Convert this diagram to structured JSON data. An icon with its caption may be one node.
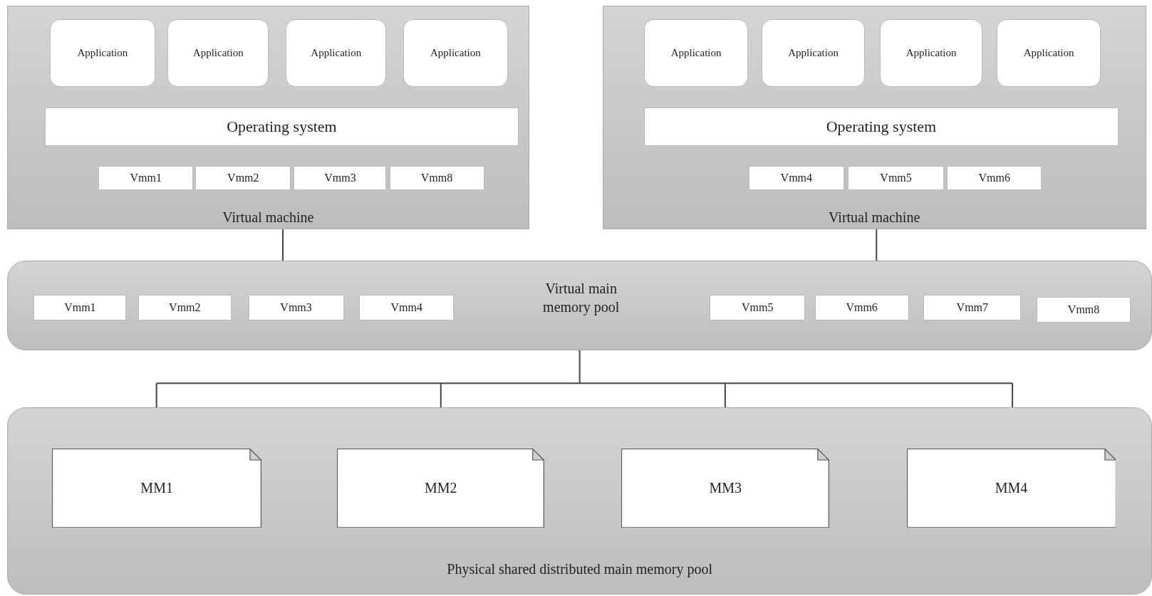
{
  "diagram": {
    "nodes": [
      {
        "text": [
          "Virtual machine"
        ]
      },
      {
        "text": [
          "Application"
        ],
        "in": 0
      },
      {
        "text": [
          "Application"
        ],
        "in": 0
      },
      {
        "text": [
          "Application"
        ],
        "in": 0
      },
      {
        "text": [
          "Application"
        ],
        "in": 0
      },
      {
        "text": [
          "Operating system"
        ],
        "in": 0
      },
      {
        "text": [
          "Vmm1"
        ],
        "in": 0
      },
      {
        "text": [
          "Vmm2"
        ],
        "in": 0
      },
      {
        "text": [
          "Vmm3"
        ],
        "in": 0
      },
      {
        "text": [
          "Vmm8"
        ],
        "in": 0
      },
      {
        "text": [
          "Virtual machine"
        ]
      },
      {
        "text": [
          "Application"
        ],
        "in": 10
      },
      {
        "text": [
          "Application"
        ],
        "in": 10
      },
      {
        "text": [
          "Application"
        ],
        "in": 10
      },
      {
        "text": [
          "Application"
        ],
        "in": 10
      },
      {
        "text": [
          "Operating system"
        ],
        "in": 10
      },
      {
        "text": [
          "Vmm4"
        ],
        "in": 10
      },
      {
        "text": [
          "Vmm5"
        ],
        "in": 10
      },
      {
        "text": [
          "Vmm6"
        ],
        "in": 10
      },
      {
        "text": [
          "Virtual main memory pool"
        ]
      },
      {
        "text": [
          "Vmm1"
        ],
        "in": 19
      },
      {
        "text": [
          "Vmm2"
        ],
        "in": 19
      },
      {
        "text": [
          "Vmm3"
        ],
        "in": 19
      },
      {
        "text": [
          "Vmm4"
        ],
        "in": 19
      },
      {
        "text": [
          "Vmm5"
        ],
        "in": 19
      },
      {
        "text": [
          "Vmm6"
        ],
        "in": 19
      },
      {
        "text": [
          "Vmm7"
        ],
        "in": 19
      },
      {
        "text": [
          "Vmm8"
        ],
        "in": 19
      },
      {
        "text": [
          "Physical shared distributed main memory pool"
        ]
      },
      {
        "text": [
          "MM1"
        ],
        "in": 28
      },
      {
        "text": [
          "MM2"
        ],
        "in": 28
      },
      {
        "text": [
          "MM3"
        ],
        "in": 28
      },
      {
        "text": [
          "MM4"
        ],
        "in": 28
      }
    ],
    "edges": [
      {
        "from": 0,
        "to": 19,
        "arrow": "none"
      },
      {
        "from": 10,
        "to": 19,
        "arrow": "none"
      },
      {
        "from": 19,
        "to": 28,
        "arrow": "none"
      }
    ]
  }
}
